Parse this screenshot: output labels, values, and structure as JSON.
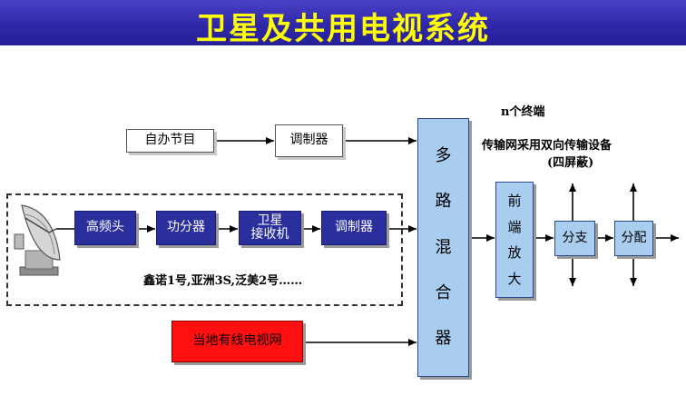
{
  "title": "卫星及共用电视系统",
  "colors": {
    "title_bg": "#2f27a8",
    "title_text": "#ffff00",
    "navy": "#2b2f9e",
    "light_blue": "#a9cdee",
    "red": "#ff1010"
  },
  "nodes": {
    "self_program": "自办节目",
    "modulator_top": "调制器",
    "lnb": "高频头",
    "splitter": "功分器",
    "sat_receiver_line1": "卫星",
    "sat_receiver_line2": "接收机",
    "modulator_mid": "调制器",
    "local_cable": "当地有线电视网",
    "mixer_chars": [
      "多",
      "路",
      "混",
      "合",
      "器"
    ],
    "preamp_chars": [
      "前",
      "端",
      "放",
      "大"
    ],
    "branch": "分支",
    "distribute": "分配"
  },
  "notes": {
    "terminals": "n个终端",
    "network_line1": "传输网采用双向传输设备",
    "network_line2": "(四屏蔽)",
    "satellites": "鑫诺1号,亚洲3S,泛美2号……"
  },
  "icons": {
    "dish": "satellite-dish-icon"
  }
}
